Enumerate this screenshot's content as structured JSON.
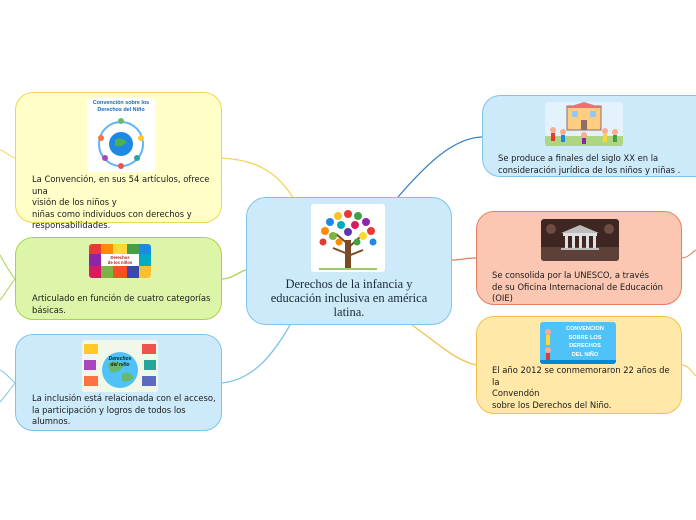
{
  "central": {
    "title": "Derechos de la infancia y\neducación inclusiva en américa\nlatina.",
    "image_icon": "tree-of-hands-icon"
  },
  "nodes": {
    "convencion": {
      "text": "La Convención, en sus 54 artículos, ofrece una\nvisión de los niños y\nniñas como individuos con derechos y\nresponsabilidades.",
      "image_caption": "Convención sobre los\nDerechos del Niño",
      "image_icon": "un-emblem-children-icon"
    },
    "categorias": {
      "text": "Articulado en función de cuatro categorías\nbásicas.",
      "image_caption": "Derechos\nde los niños",
      "image_icon": "colorful-hands-grid-icon"
    },
    "inclusion": {
      "text": "La inclusión está relacionada con el acceso,\nla participación y logros de todos los\nalumnos.",
      "image_caption": "Derechos\ndel niño",
      "image_icon": "globe-children-icon"
    },
    "sigloxx": {
      "text": "Se produce a finales del siglo XX en la\nconsideración jurídica de los niños y niñas .",
      "image_icon": "school-children-icon"
    },
    "unesco": {
      "text": "Se consolida por la UNESCO, a través\nde su Oficina Internacional de Educación\n(OIE)",
      "image_icon": "unesco-building-icon"
    },
    "anio2012": {
      "text": "El año 2012 se conmemoraron 22 años de la\nConvendón\nsobre los Derechos del Niño.",
      "image_caption": "CONVENCION\nSOBRE LOS\nDERECHOS\nDEL NIÑO",
      "image_icon": "convention-banner-icon"
    }
  },
  "colors": {
    "blue_fill": "#cdeafb",
    "blue_border": "#7fc3ea",
    "yellow_fill": "#ffffc7",
    "green_fill": "#ddf5a8",
    "salmon_fill": "#fbc7b2",
    "orange_fill": "#ffe8a8"
  }
}
